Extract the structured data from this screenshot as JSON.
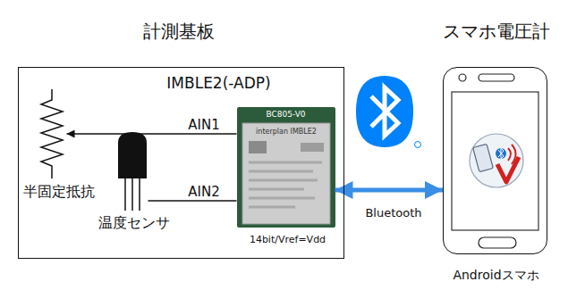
{
  "diagram": {
    "nodes": [
      {
        "text": [
          "計測基板"
        ]
      },
      {
        "text": [
          "半固定抵抗"
        ],
        "in": 0
      },
      {
        "text": [
          "温度センサ"
        ],
        "in": 0
      },
      {
        "text": [
          "IMBLE2(-ADP)",
          "BC805-V0",
          "14bit/Vref=Vdd"
        ],
        "in": 0
      },
      {
        "text": [
          "スマホ電圧計",
          "Androidスマホ"
        ]
      }
    ],
    "edges": [
      {
        "from": 3,
        "to": 1,
        "arrow": "to",
        "label": "AIN1"
      },
      {
        "from": 3,
        "to": 2,
        "arrow": "none",
        "label": "AIN2"
      },
      {
        "from": 3,
        "to": 4,
        "arrow": "both",
        "label": "Bluetooth"
      }
    ],
    "labels": [
      "interplan IMBLE2"
    ]
  }
}
